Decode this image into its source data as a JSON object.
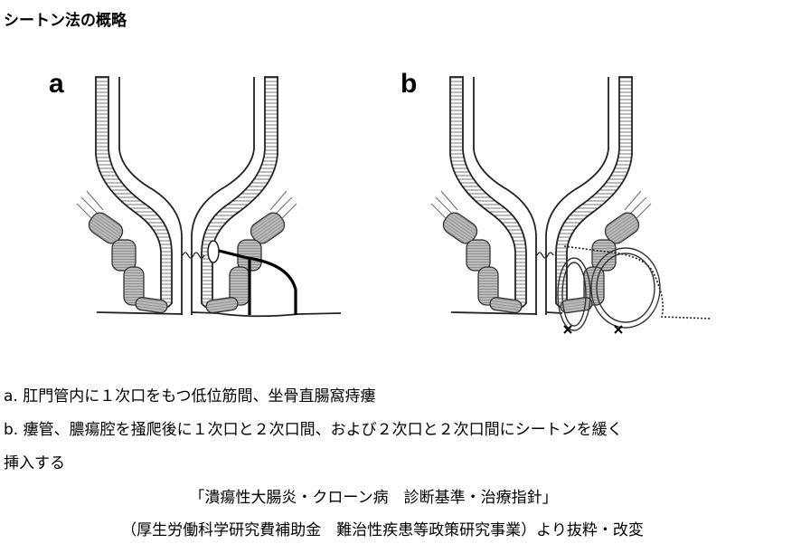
{
  "title": "シートン法の概略",
  "figure": {
    "panel_a_label": "a",
    "panel_b_label": "b"
  },
  "captions": {
    "a": "a. 肛門管内に１次口をもつ低位筋間、坐骨直腸窩痔瘻",
    "b_line1": "b. 瘻管、膿瘍腔を掻爬後に１次口と２次口間、および２次口と２次口間にシートンを緩く",
    "b_line2": "挿入する"
  },
  "source": {
    "line1": "「潰瘍性大腸炎・クローン病　診断基準・治療指針」",
    "line2": "（厚生労働科学研究費補助金　難治性疾患等政策研究事業）より抜粋・改変"
  }
}
